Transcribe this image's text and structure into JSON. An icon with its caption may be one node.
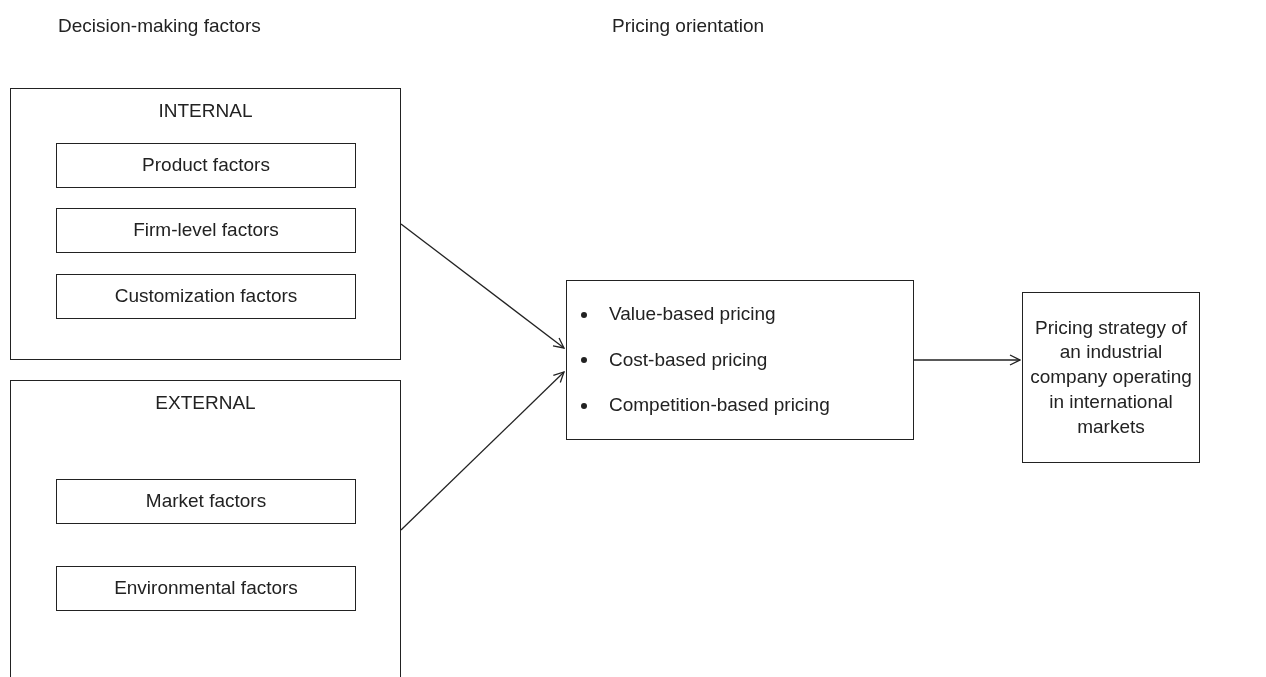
{
  "diagram": {
    "nodes": [
      {
        "text": [
          "INTERNAL"
        ]
      },
      {
        "text": [
          "Product factors"
        ],
        "in": 0
      },
      {
        "text": [
          "Firm-level factors"
        ],
        "in": 0
      },
      {
        "text": [
          "Customization factors"
        ],
        "in": 0
      },
      {
        "text": [
          "EXTERNAL"
        ]
      },
      {
        "text": [
          "Market factors"
        ],
        "in": 4
      },
      {
        "text": [
          "Environmental factors"
        ],
        "in": 4
      },
      {
        "text": [
          "Value-based pricing",
          "Cost-based pricing",
          "Competition-based pricing"
        ]
      },
      {
        "text": [
          "Pricing strategy of an industrial company operating in international markets"
        ]
      }
    ],
    "edges": [
      {
        "from": 0,
        "to": 7,
        "arrow": "to"
      },
      {
        "from": 4,
        "to": 7,
        "arrow": "to"
      },
      {
        "from": 7,
        "to": 8,
        "arrow": "to"
      }
    ],
    "labels": [
      "Decision-making factors",
      "Pricing orientation"
    ]
  }
}
